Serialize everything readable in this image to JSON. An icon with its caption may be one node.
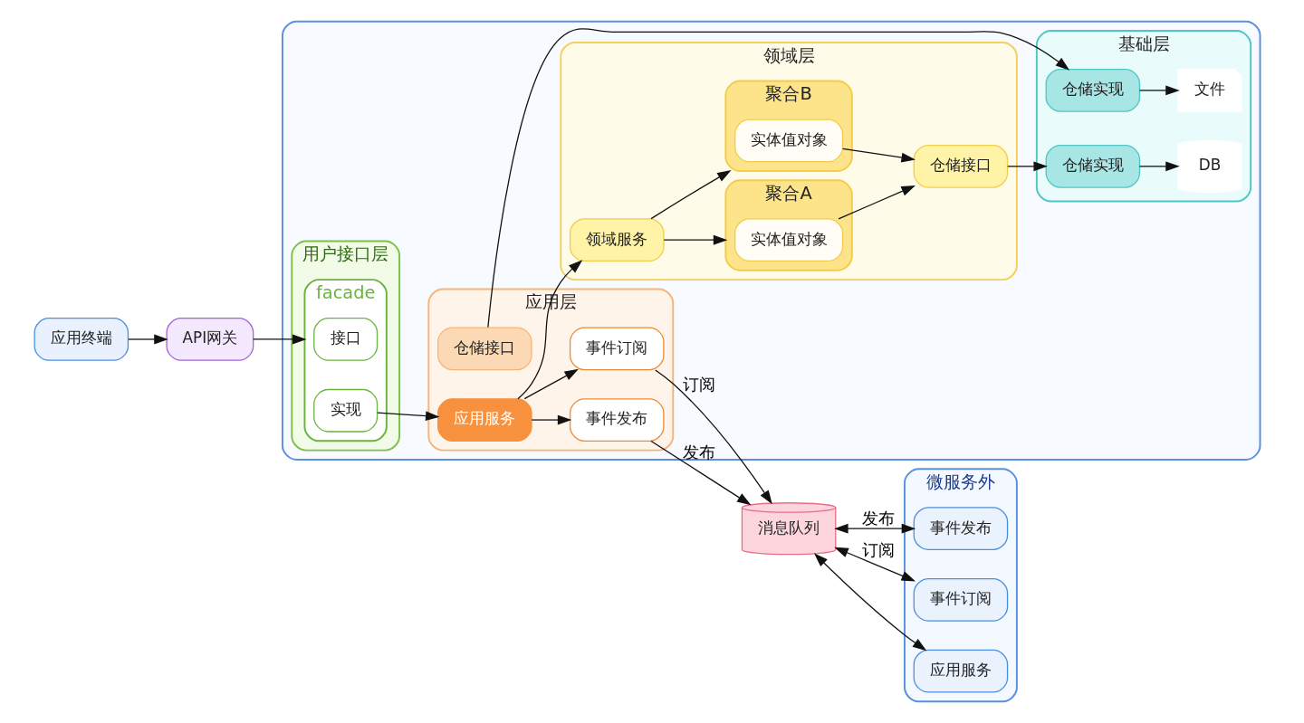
{
  "diagram": {
    "nodes": [
      {
        "text": [
          "应用终端"
        ]
      },
      {
        "text": [
          "API网关"
        ]
      },
      {
        "text": [],
        "shape": "box"
      },
      {
        "text": [
          "用户接口层"
        ],
        "in": 2
      },
      {
        "text": [
          "facade"
        ],
        "in": 3
      },
      {
        "text": [
          "接口"
        ],
        "in": 4
      },
      {
        "text": [
          "实现"
        ],
        "in": 4
      },
      {
        "text": [
          "应用层"
        ],
        "in": 2
      },
      {
        "text": [
          "应用服务"
        ],
        "in": 7
      },
      {
        "text": [
          "事件订阅"
        ],
        "in": 7
      },
      {
        "text": [
          "事件发布"
        ],
        "in": 7
      },
      {
        "text": [
          "仓储接口"
        ],
        "in": 7
      },
      {
        "text": [
          "领域层"
        ],
        "in": 2
      },
      {
        "text": [
          "领域服务"
        ],
        "in": 12
      },
      {
        "text": [
          "聚合A"
        ],
        "in": 12
      },
      {
        "text": [
          "实体值对象"
        ],
        "in": 14
      },
      {
        "text": [
          "聚合B"
        ],
        "in": 12
      },
      {
        "text": [
          "实体值对象"
        ],
        "in": 16
      },
      {
        "text": [
          "仓储接口"
        ],
        "in": 12
      },
      {
        "text": [
          "基础层"
        ],
        "in": 2
      },
      {
        "text": [
          "仓储实现"
        ],
        "in": 19
      },
      {
        "text": [
          "DB"
        ],
        "in": 19
      },
      {
        "text": [
          "仓储实现"
        ],
        "in": 19
      },
      {
        "text": [
          "文件"
        ],
        "in": 19
      },
      {
        "text": [
          "消息队列"
        ]
      },
      {
        "text": [
          "微服务外"
        ]
      },
      {
        "text": [
          "事件发布"
        ],
        "in": 25
      },
      {
        "text": [
          "事件订阅"
        ],
        "in": 25
      },
      {
        "text": [
          "应用服务"
        ],
        "in": 25
      }
    ],
    "edges": [
      {
        "from": 0,
        "to": 1,
        "arrow": "to"
      },
      {
        "from": 1,
        "to": 4,
        "arrow": "to"
      },
      {
        "from": 6,
        "to": 8,
        "arrow": "to"
      },
      {
        "from": 8,
        "to": 13,
        "arrow": "to"
      },
      {
        "from": 8,
        "to": 9,
        "arrow": "to"
      },
      {
        "from": 8,
        "to": 10,
        "arrow": "to"
      },
      {
        "from": 9,
        "to": 24,
        "arrow": "to",
        "label": "订阅"
      },
      {
        "from": 10,
        "to": 24,
        "arrow": "to",
        "label": "发布"
      },
      {
        "from": 11,
        "to": 22,
        "arrow": "to"
      },
      {
        "from": 13,
        "to": 14,
        "arrow": "to"
      },
      {
        "from": 13,
        "to": 16,
        "arrow": "to"
      },
      {
        "from": 15,
        "to": 18,
        "arrow": "to"
      },
      {
        "from": 17,
        "to": 18,
        "arrow": "to"
      },
      {
        "from": 18,
        "to": 20,
        "arrow": "to"
      },
      {
        "from": 20,
        "to": 21,
        "arrow": "to"
      },
      {
        "from": 22,
        "to": 23,
        "arrow": "to"
      },
      {
        "from": 24,
        "to": 28,
        "arrow": "both"
      },
      {
        "from": 24,
        "to": 26,
        "arrow": "both",
        "label": "发布"
      },
      {
        "from": 24,
        "to": 27,
        "arrow": "both",
        "label": "订阅"
      }
    ]
  }
}
